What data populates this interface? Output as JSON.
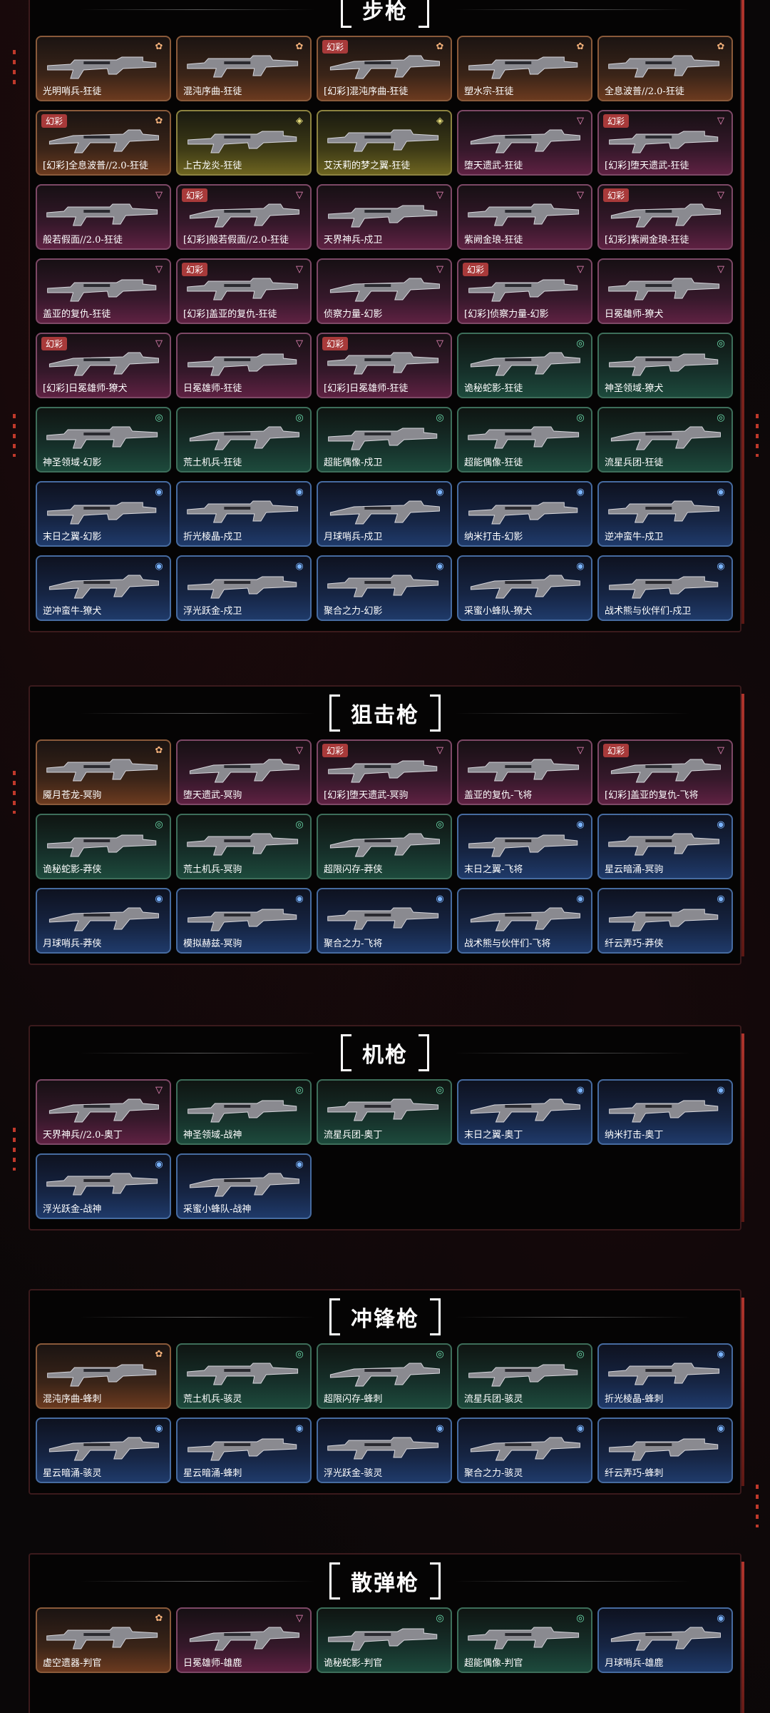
{
  "sections": [
    {
      "title": "步枪",
      "items": [
        {
          "name": "光明哨兵-狂徒",
          "rarity": "orange",
          "badge": ""
        },
        {
          "name": "混沌序曲-狂徒",
          "rarity": "orange",
          "badge": ""
        },
        {
          "name": "[幻彩]混沌序曲-狂徒",
          "rarity": "orange",
          "badge": "幻彩"
        },
        {
          "name": "塑水宗-狂徒",
          "rarity": "orange",
          "badge": ""
        },
        {
          "name": "全息波普//2.0-狂徒",
          "rarity": "orange",
          "badge": ""
        },
        {
          "name": "[幻彩]全息波普//2.0-狂徒",
          "rarity": "orange",
          "badge": "幻彩"
        },
        {
          "name": "上古龙炎-狂徒",
          "rarity": "yellow",
          "badge": ""
        },
        {
          "name": "艾沃莉的梦之翼-狂徒",
          "rarity": "yellow",
          "badge": ""
        },
        {
          "name": "堕天遗武-狂徒",
          "rarity": "pink",
          "badge": ""
        },
        {
          "name": "[幻彩]堕天遗武-狂徒",
          "rarity": "pink",
          "badge": "幻彩"
        },
        {
          "name": "般若假面//2.0-狂徒",
          "rarity": "pink",
          "badge": ""
        },
        {
          "name": "[幻彩]般若假面//2.0-狂徒",
          "rarity": "pink",
          "badge": "幻彩"
        },
        {
          "name": "天界神兵-戍卫",
          "rarity": "pink",
          "badge": ""
        },
        {
          "name": "紫阙金琅-狂徒",
          "rarity": "pink",
          "badge": ""
        },
        {
          "name": "[幻彩]紫阙金琅-狂徒",
          "rarity": "pink",
          "badge": "幻彩"
        },
        {
          "name": "盖亚的复仇-狂徒",
          "rarity": "pink",
          "badge": ""
        },
        {
          "name": "[幻彩]盖亚的复仇-狂徒",
          "rarity": "pink",
          "badge": "幻彩"
        },
        {
          "name": "侦察力量-幻影",
          "rarity": "pink",
          "badge": ""
        },
        {
          "name": "[幻彩]侦察力量-幻影",
          "rarity": "pink",
          "badge": "幻彩"
        },
        {
          "name": "日冕雄师-獠犬",
          "rarity": "pink",
          "badge": ""
        },
        {
          "name": "[幻彩]日冕雄师-獠犬",
          "rarity": "pink",
          "badge": "幻彩"
        },
        {
          "name": "日冕雄师-狂徒",
          "rarity": "pink",
          "badge": ""
        },
        {
          "name": "[幻彩]日冕雄师-狂徒",
          "rarity": "pink",
          "badge": "幻彩"
        },
        {
          "name": "诡秘蛇影-狂徒",
          "rarity": "green",
          "badge": ""
        },
        {
          "name": "神圣领域-獠犬",
          "rarity": "green",
          "badge": ""
        },
        {
          "name": "神圣领域-幻影",
          "rarity": "green",
          "badge": ""
        },
        {
          "name": "荒土机兵-狂徒",
          "rarity": "green",
          "badge": ""
        },
        {
          "name": "超能偶像-戍卫",
          "rarity": "green",
          "badge": ""
        },
        {
          "name": "超能偶像-狂徒",
          "rarity": "green",
          "badge": ""
        },
        {
          "name": "流星兵团-狂徒",
          "rarity": "green",
          "badge": ""
        },
        {
          "name": "末日之翼-幻影",
          "rarity": "blue",
          "badge": ""
        },
        {
          "name": "折光棱晶-戍卫",
          "rarity": "blue",
          "badge": ""
        },
        {
          "name": "月球哨兵-戍卫",
          "rarity": "blue",
          "badge": ""
        },
        {
          "name": "纳米打击-幻影",
          "rarity": "blue",
          "badge": ""
        },
        {
          "name": "逆冲蛮牛-戍卫",
          "rarity": "blue",
          "badge": ""
        },
        {
          "name": "逆冲蛮牛-獠犬",
          "rarity": "blue",
          "badge": ""
        },
        {
          "name": "浮光跃金-戍卫",
          "rarity": "blue",
          "badge": ""
        },
        {
          "name": "聚合之力-幻影",
          "rarity": "blue",
          "badge": ""
        },
        {
          "name": "采蜜小蜂队-獠犬",
          "rarity": "blue",
          "badge": ""
        },
        {
          "name": "战术熊与伙伴们-戍卫",
          "rarity": "blue",
          "badge": ""
        }
      ]
    },
    {
      "title": "狙击枪",
      "items": [
        {
          "name": "魇月苍龙-冥驹",
          "rarity": "orange",
          "badge": ""
        },
        {
          "name": "堕天遗武-冥驹",
          "rarity": "pink",
          "badge": ""
        },
        {
          "name": "[幻彩]堕天遗武-冥驹",
          "rarity": "pink",
          "badge": "幻彩"
        },
        {
          "name": "盖亚的复仇-飞将",
          "rarity": "pink",
          "badge": ""
        },
        {
          "name": "[幻彩]盖亚的复仇-飞将",
          "rarity": "pink",
          "badge": "幻彩"
        },
        {
          "name": "诡秘蛇影-莽侠",
          "rarity": "green",
          "badge": ""
        },
        {
          "name": "荒土机兵-冥驹",
          "rarity": "green",
          "badge": ""
        },
        {
          "name": "超限闪存-莽侠",
          "rarity": "green",
          "badge": ""
        },
        {
          "name": "末日之翼-飞将",
          "rarity": "blue",
          "badge": ""
        },
        {
          "name": "星云暗涌-冥驹",
          "rarity": "blue",
          "badge": ""
        },
        {
          "name": "月球哨兵-莽侠",
          "rarity": "blue",
          "badge": ""
        },
        {
          "name": "模拟赫兹-冥驹",
          "rarity": "blue",
          "badge": ""
        },
        {
          "name": "聚合之力-飞将",
          "rarity": "blue",
          "badge": ""
        },
        {
          "name": "战术熊与伙伴们-飞将",
          "rarity": "blue",
          "badge": ""
        },
        {
          "name": "纤云弄巧-莽侠",
          "rarity": "blue",
          "badge": ""
        }
      ]
    },
    {
      "title": "机枪",
      "items": [
        {
          "name": "天界神兵//2.0-奥丁",
          "rarity": "pink",
          "badge": ""
        },
        {
          "name": "神圣领域-战神",
          "rarity": "green",
          "badge": ""
        },
        {
          "name": "流星兵团-奥丁",
          "rarity": "green",
          "badge": ""
        },
        {
          "name": "末日之翼-奥丁",
          "rarity": "blue",
          "badge": ""
        },
        {
          "name": "纳米打击-奥丁",
          "rarity": "blue",
          "badge": ""
        },
        {
          "name": "浮光跃金-战神",
          "rarity": "blue",
          "badge": ""
        },
        {
          "name": "采蜜小蜂队-战神",
          "rarity": "blue",
          "badge": ""
        }
      ]
    },
    {
      "title": "冲锋枪",
      "items": [
        {
          "name": "混沌序曲-蜂刺",
          "rarity": "orange",
          "badge": ""
        },
        {
          "name": "荒土机兵-骇灵",
          "rarity": "green",
          "badge": ""
        },
        {
          "name": "超限闪存-蜂刺",
          "rarity": "green",
          "badge": ""
        },
        {
          "name": "流星兵团-骇灵",
          "rarity": "green",
          "badge": ""
        },
        {
          "name": "折光棱晶-蜂刺",
          "rarity": "blue",
          "badge": ""
        },
        {
          "name": "星云暗涌-骇灵",
          "rarity": "blue",
          "badge": ""
        },
        {
          "name": "星云暗涌-蜂刺",
          "rarity": "blue",
          "badge": ""
        },
        {
          "name": "浮光跃金-骇灵",
          "rarity": "blue",
          "badge": ""
        },
        {
          "name": "聚合之力-骇灵",
          "rarity": "blue",
          "badge": ""
        },
        {
          "name": "纤云弄巧-蜂刺",
          "rarity": "blue",
          "badge": ""
        }
      ]
    },
    {
      "title": "散弹枪",
      "items": [
        {
          "name": "虚空遗器-判官",
          "rarity": "orange",
          "badge": ""
        },
        {
          "name": "日冕雄师-雄鹿",
          "rarity": "pink",
          "badge": ""
        },
        {
          "name": "诡秘蛇影-判官",
          "rarity": "green",
          "badge": ""
        },
        {
          "name": "超能偶像-判官",
          "rarity": "green",
          "badge": ""
        },
        {
          "name": "月球哨兵-雄鹿",
          "rarity": "blue",
          "badge": ""
        }
      ]
    }
  ],
  "tier_icons": {
    "orange": "✿",
    "yellow": "◈",
    "pink": "▽",
    "green": "◎",
    "blue": "◉"
  },
  "colors": {
    "badge": "#a83a3a",
    "accent_red": "#b0342c"
  }
}
